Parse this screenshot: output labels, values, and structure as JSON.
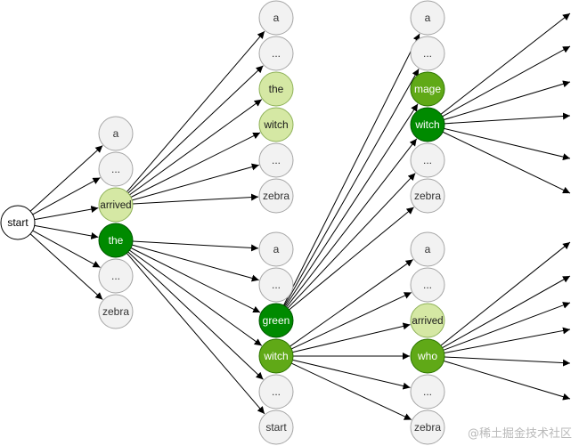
{
  "colors": {
    "node_fill": "#f2f2f2",
    "node_stroke": "#a6a6a6",
    "start_stroke": "#000000",
    "light_green": "#d5e8a4",
    "light_green_stroke": "#8fb25a",
    "mid_green": "#60a917",
    "mid_green_stroke": "#2d7600",
    "dark_green": "#008a00",
    "dark_green_stroke": "#005700",
    "edge": "#000000"
  },
  "nodes": [
    {
      "id": "start",
      "label": "start",
      "style": "start"
    },
    {
      "id": "l1_a",
      "label": "a",
      "style": "plain"
    },
    {
      "id": "l1_dots1",
      "label": "...",
      "style": "plain"
    },
    {
      "id": "l1_arrived",
      "label": "arrived",
      "style": "light"
    },
    {
      "id": "l1_the",
      "label": "the",
      "style": "dark"
    },
    {
      "id": "l1_dots2",
      "label": "...",
      "style": "plain"
    },
    {
      "id": "l1_zebra",
      "label": "zebra",
      "style": "plain"
    },
    {
      "id": "l2u_a",
      "label": "a",
      "style": "plain"
    },
    {
      "id": "l2u_dots1",
      "label": "...",
      "style": "plain"
    },
    {
      "id": "l2u_the",
      "label": "the",
      "style": "light"
    },
    {
      "id": "l2u_witch",
      "label": "witch",
      "style": "light"
    },
    {
      "id": "l2u_dots2",
      "label": "...",
      "style": "plain"
    },
    {
      "id": "l2u_zebra",
      "label": "zebra",
      "style": "plain"
    },
    {
      "id": "l2l_a",
      "label": "a",
      "style": "plain"
    },
    {
      "id": "l2l_dots1",
      "label": "...",
      "style": "plain"
    },
    {
      "id": "l2l_green",
      "label": "green",
      "style": "dark"
    },
    {
      "id": "l2l_witch",
      "label": "witch",
      "style": "mid"
    },
    {
      "id": "l2l_dots2",
      "label": "...",
      "style": "plain"
    },
    {
      "id": "l2l_start",
      "label": "start",
      "style": "plain"
    },
    {
      "id": "l3u_a",
      "label": "a",
      "style": "plain"
    },
    {
      "id": "l3u_dots1",
      "label": "...",
      "style": "plain"
    },
    {
      "id": "l3u_mage",
      "label": "mage",
      "style": "mid"
    },
    {
      "id": "l3u_witch",
      "label": "witch",
      "style": "dark"
    },
    {
      "id": "l3u_dots2",
      "label": "...",
      "style": "plain"
    },
    {
      "id": "l3u_zebra",
      "label": "zebra",
      "style": "plain"
    },
    {
      "id": "l3l_a",
      "label": "a",
      "style": "plain"
    },
    {
      "id": "l3l_dots1",
      "label": "...",
      "style": "plain"
    },
    {
      "id": "l3l_arrived",
      "label": "arrived",
      "style": "light"
    },
    {
      "id": "l3l_who",
      "label": "who",
      "style": "mid"
    },
    {
      "id": "l3l_dots2",
      "label": "...",
      "style": "plain"
    },
    {
      "id": "l3l_zebra",
      "label": "zebra",
      "style": "plain"
    }
  ],
  "edges": [
    [
      "start",
      "l1_a"
    ],
    [
      "start",
      "l1_dots1"
    ],
    [
      "start",
      "l1_arrived"
    ],
    [
      "start",
      "l1_the"
    ],
    [
      "start",
      "l1_dots2"
    ],
    [
      "start",
      "l1_zebra"
    ],
    [
      "l1_arrived",
      "l2u_a"
    ],
    [
      "l1_arrived",
      "l2u_dots1"
    ],
    [
      "l1_arrived",
      "l2u_the"
    ],
    [
      "l1_arrived",
      "l2u_witch"
    ],
    [
      "l1_arrived",
      "l2u_dots2"
    ],
    [
      "l1_arrived",
      "l2u_zebra"
    ],
    [
      "l1_the",
      "l2l_a"
    ],
    [
      "l1_the",
      "l2l_dots1"
    ],
    [
      "l1_the",
      "l2l_green"
    ],
    [
      "l1_the",
      "l2l_witch"
    ],
    [
      "l1_the",
      "l2l_dots2"
    ],
    [
      "l1_the",
      "l2l_start"
    ],
    [
      "l2l_green",
      "l3u_a"
    ],
    [
      "l2l_green",
      "l3u_dots1"
    ],
    [
      "l2l_green",
      "l3u_mage"
    ],
    [
      "l2l_green",
      "l3u_witch"
    ],
    [
      "l2l_green",
      "l3u_dots2"
    ],
    [
      "l2l_green",
      "l3u_zebra"
    ],
    [
      "l2l_witch",
      "l3l_a"
    ],
    [
      "l2l_witch",
      "l3l_dots1"
    ],
    [
      "l2l_witch",
      "l3l_arrived"
    ],
    [
      "l2l_witch",
      "l3l_who"
    ],
    [
      "l2l_witch",
      "l3l_dots2"
    ],
    [
      "l2l_witch",
      "l3l_zebra"
    ]
  ],
  "open_edge_groups": [
    {
      "from": "l3u_witch",
      "count": 6
    },
    {
      "from": "l3l_who",
      "count": 6
    }
  ],
  "watermark": "@稀土掘金技术社区"
}
